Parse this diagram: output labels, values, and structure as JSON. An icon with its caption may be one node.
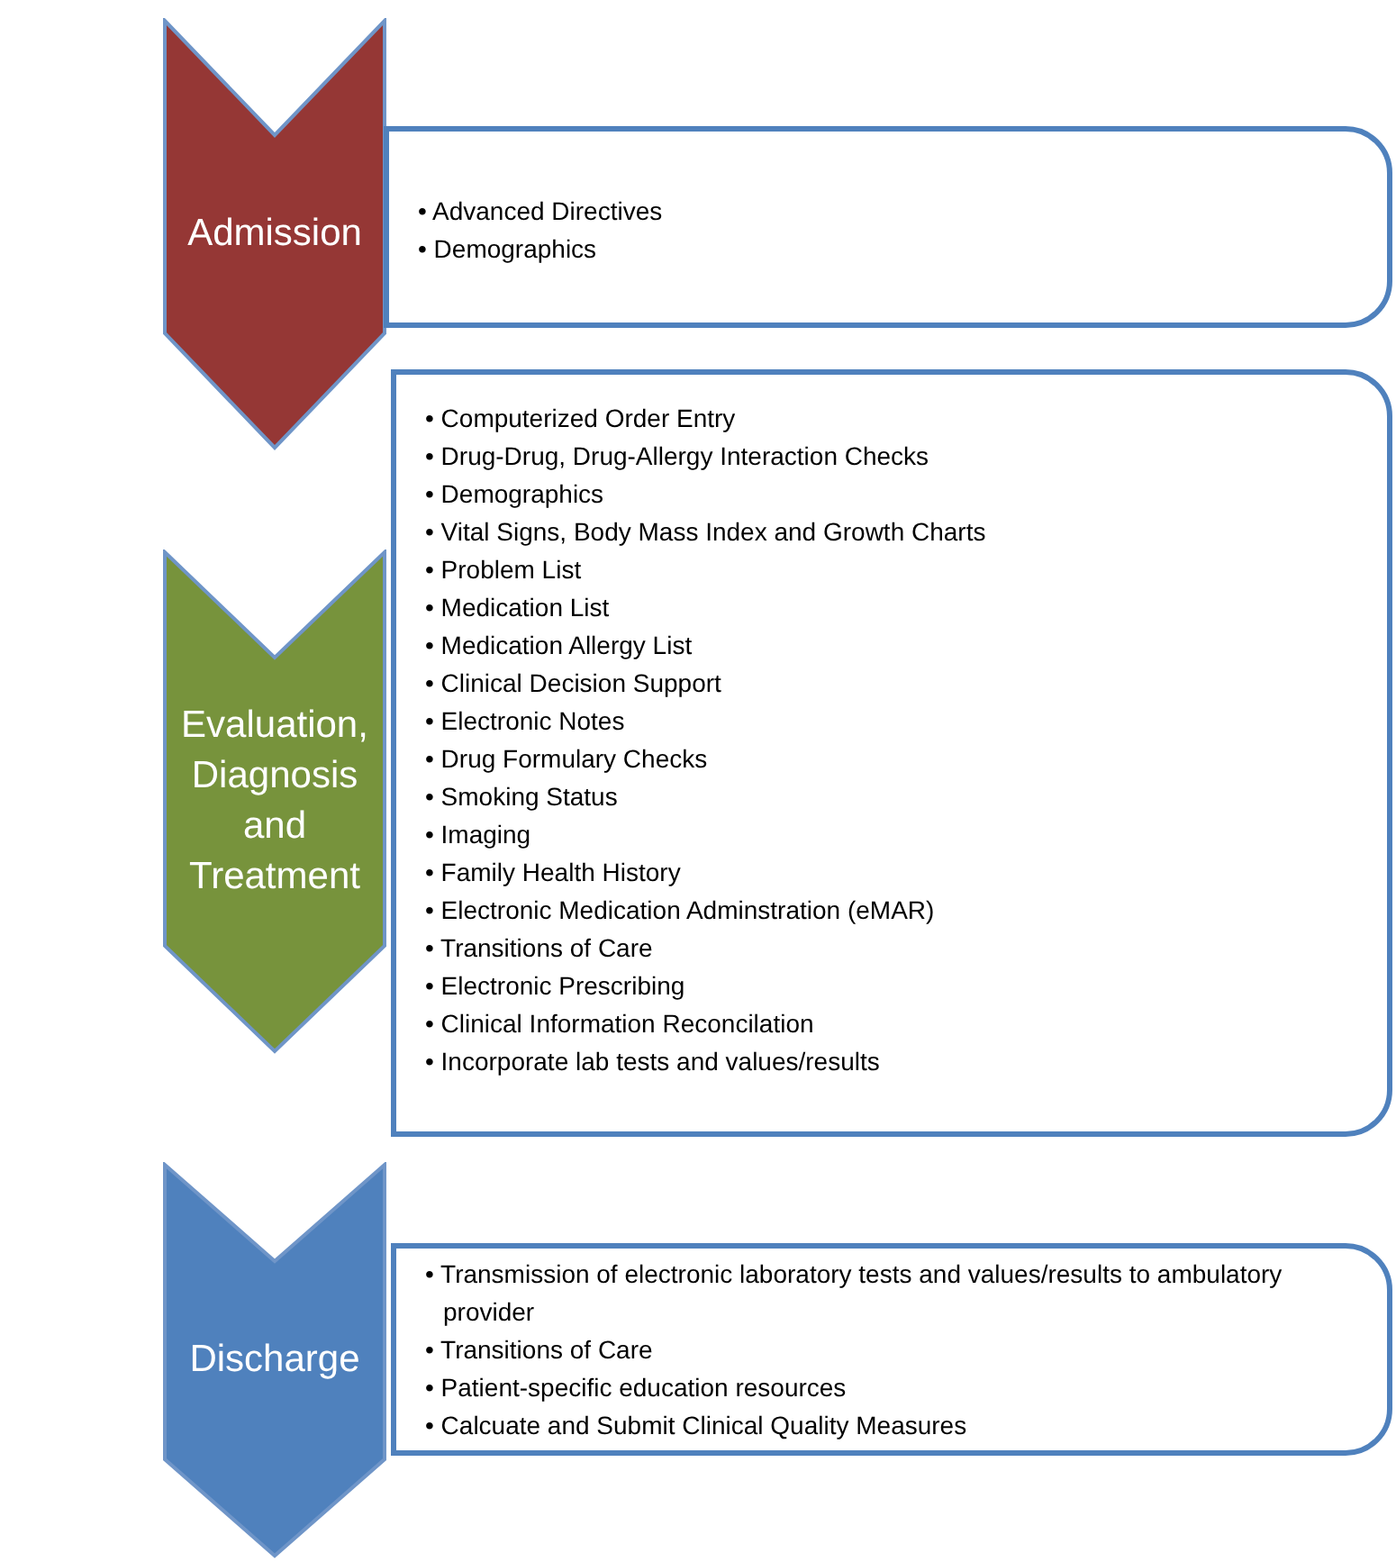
{
  "diagram": {
    "nodes": [
      {
        "text": [
          "Admission"
        ]
      },
      {
        "text": [
          "• Advanced Directives",
          "• Demographics"
        ]
      },
      {
        "text": [
          "Evaluation, Diagnosis and Treatment"
        ]
      },
      {
        "text": [
          "• Computerized Order Entry",
          "• Drug-Drug, Drug-Allergy Interaction Checks",
          "• Demographics",
          "• Vital Signs, Body Mass Index and Growth Charts",
          "• Problem List",
          "• Medication List",
          "• Medication Allergy List",
          "• Clinical Decision Support",
          "• Electronic Notes",
          "• Drug Formulary Checks",
          "• Smoking Status",
          "• Imaging",
          "• Family Health History",
          "• Electronic Medication Adminstration (eMAR)",
          "• Transitions of Care",
          "• Electronic Prescribing",
          "• Clinical Information Reconcilation",
          "• Incorporate lab tests and values/results"
        ]
      },
      {
        "text": [
          "Discharge"
        ]
      },
      {
        "text": [
          "• Transmission of electronic laboratory tests and values/results to ambulatory provider",
          "• Transitions of Care",
          "• Patient-specific education resources",
          "• Calcuate and Submit Clinical Quality Measures"
        ]
      }
    ]
  }
}
